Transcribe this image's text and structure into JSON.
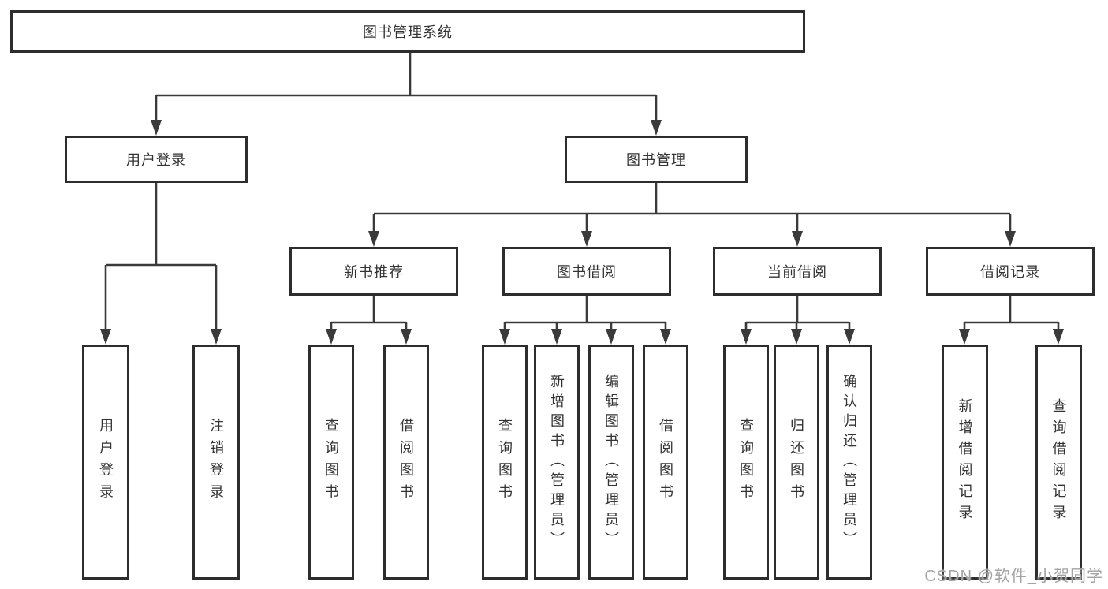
{
  "diagram_title": "图书管理系统",
  "nodes": {
    "root": "图书管理系统",
    "user_login": "用户登录",
    "book_mgmt": "图书管理",
    "new_book": "新书推荐",
    "book_borrow": "图书借阅",
    "current_borrow": "当前借阅",
    "borrow_records": "借阅记录",
    "leaf_user_login": "用户登录",
    "leaf_logout": "注销登录",
    "leaf_nb_query": "查询图书",
    "leaf_nb_borrow": "借阅图书",
    "leaf_bb_query": "查询图书",
    "leaf_bb_add": "新增图书（管理员）",
    "leaf_bb_edit": "编辑图书（管理员）",
    "leaf_bb_borrow": "借阅图书",
    "leaf_cb_query": "查询图书",
    "leaf_cb_return": "归还图书",
    "leaf_cb_confirm": "确认归还（管理员）",
    "leaf_br_add": "新增借阅记录",
    "leaf_br_query": "查询借阅记录"
  },
  "watermark": "CSDN @软件_小贺同学",
  "colors": {
    "box_border": "#2d2d2d",
    "connector_line": "#3a3a3a",
    "text": "#333333",
    "watermark_text": "#a3a3a3",
    "background": "#ffffff"
  }
}
